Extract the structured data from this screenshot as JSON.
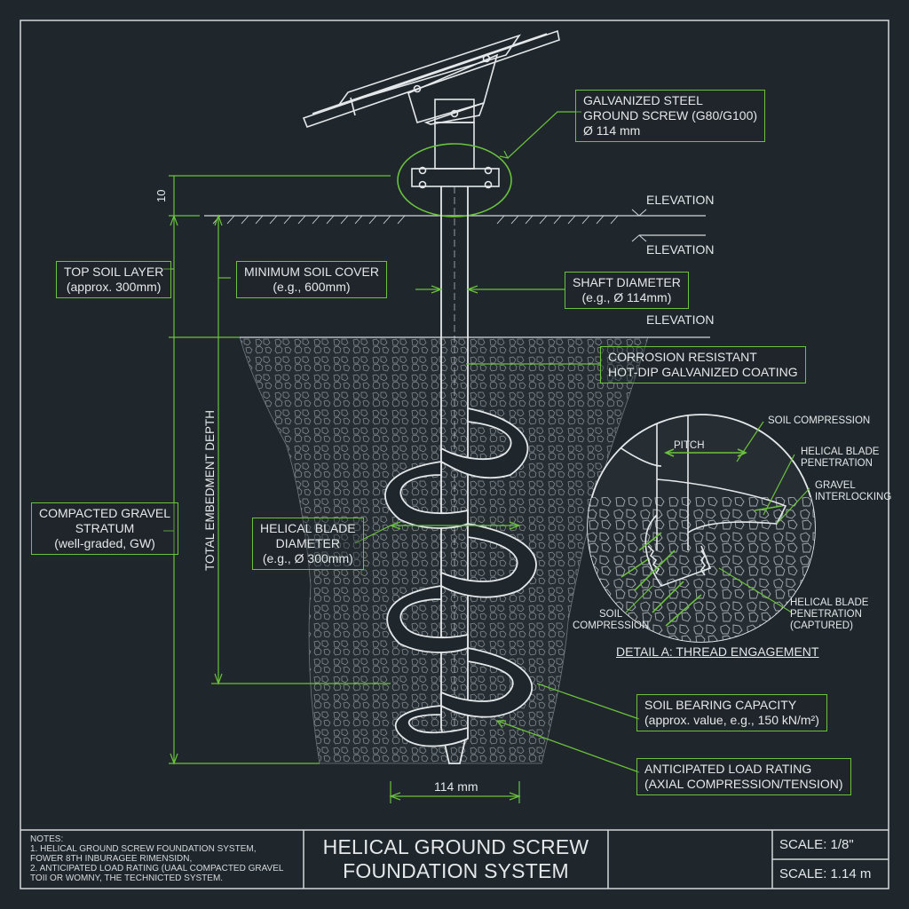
{
  "colors": {
    "background": "#1f262c",
    "linework": "#e4e8ea",
    "accent": "#6bc23c"
  },
  "callouts": {
    "screw_spec": [
      "GALVANIZED STEEL",
      "GROUND SCREW (G80/G100)",
      "Ø 114 mm"
    ],
    "top_soil": [
      "TOP SOIL LAYER",
      "(approx. 300mm)"
    ],
    "min_cover": [
      "MINIMUM SOIL COVER",
      "(e.g., 600mm)"
    ],
    "shaft_dia": [
      "SHAFT DIAMETER",
      "(e.g., Ø 114mm)"
    ],
    "corrosion": [
      "CORROSION RESISTANT",
      "HOT-DIP GALVANIZED COATING"
    ],
    "gravel": [
      "COMPACTED GRAVEL",
      "STRATUM",
      "(well-graded, GW)"
    ],
    "blade_dia": [
      "HELICAL BLADE",
      "DIAMETER",
      "(e.g., Ø 300mm)"
    ],
    "bearing": [
      "SOIL BEARING CAPACITY",
      "(approx. value, e.g., 150 kN/m²)"
    ],
    "load": [
      "ANTICIPATED LOAD RATING",
      "(AXIAL COMPRESSION/TENSION)"
    ]
  },
  "elevations": [
    "ELEVATION",
    "ELEVATION",
    "ELEVATION"
  ],
  "dims": {
    "ten": "10",
    "total_depth": "TOTAL EMBEDMENT DEPTH",
    "base_width": "114 mm"
  },
  "detail": {
    "title": "DETAIL A: THREAD ENGAGEMENT",
    "pitch": "PITCH",
    "soil_comp_top": "SOIL COMPRESSION",
    "blade_pen_top": [
      "HELICAL BLADE",
      "PENETRATION"
    ],
    "gravel_int": [
      "GRAVEL",
      "INTERLOCKING"
    ],
    "soil_comp_left": [
      "SOIL",
      "COMPRESSION"
    ],
    "blade_pen_bottom": [
      "HELICAL BLADE",
      "PENETRATION",
      "(CAPTURED)"
    ]
  },
  "title_block": {
    "notes_heading": "NOTES:",
    "notes": [
      "1.  HELICAL GROUND SCREW FOUNDATION SYSTEM,",
      "     FOWER 8TH INBURAGEE RIMENSIDN,",
      "2.  ANTICIPATED LOAD RATING (UAAL COMPACTED GRAVEL",
      "     TOII OR WOMNY, THE TECHNICTED SYSTEM."
    ],
    "title": [
      "HELICAL GROUND SCREW",
      "FOUNDATION SYSTEM"
    ],
    "scale1": "SCALE: 1/8\"",
    "scale2": "SCALE: 1.14 m"
  }
}
